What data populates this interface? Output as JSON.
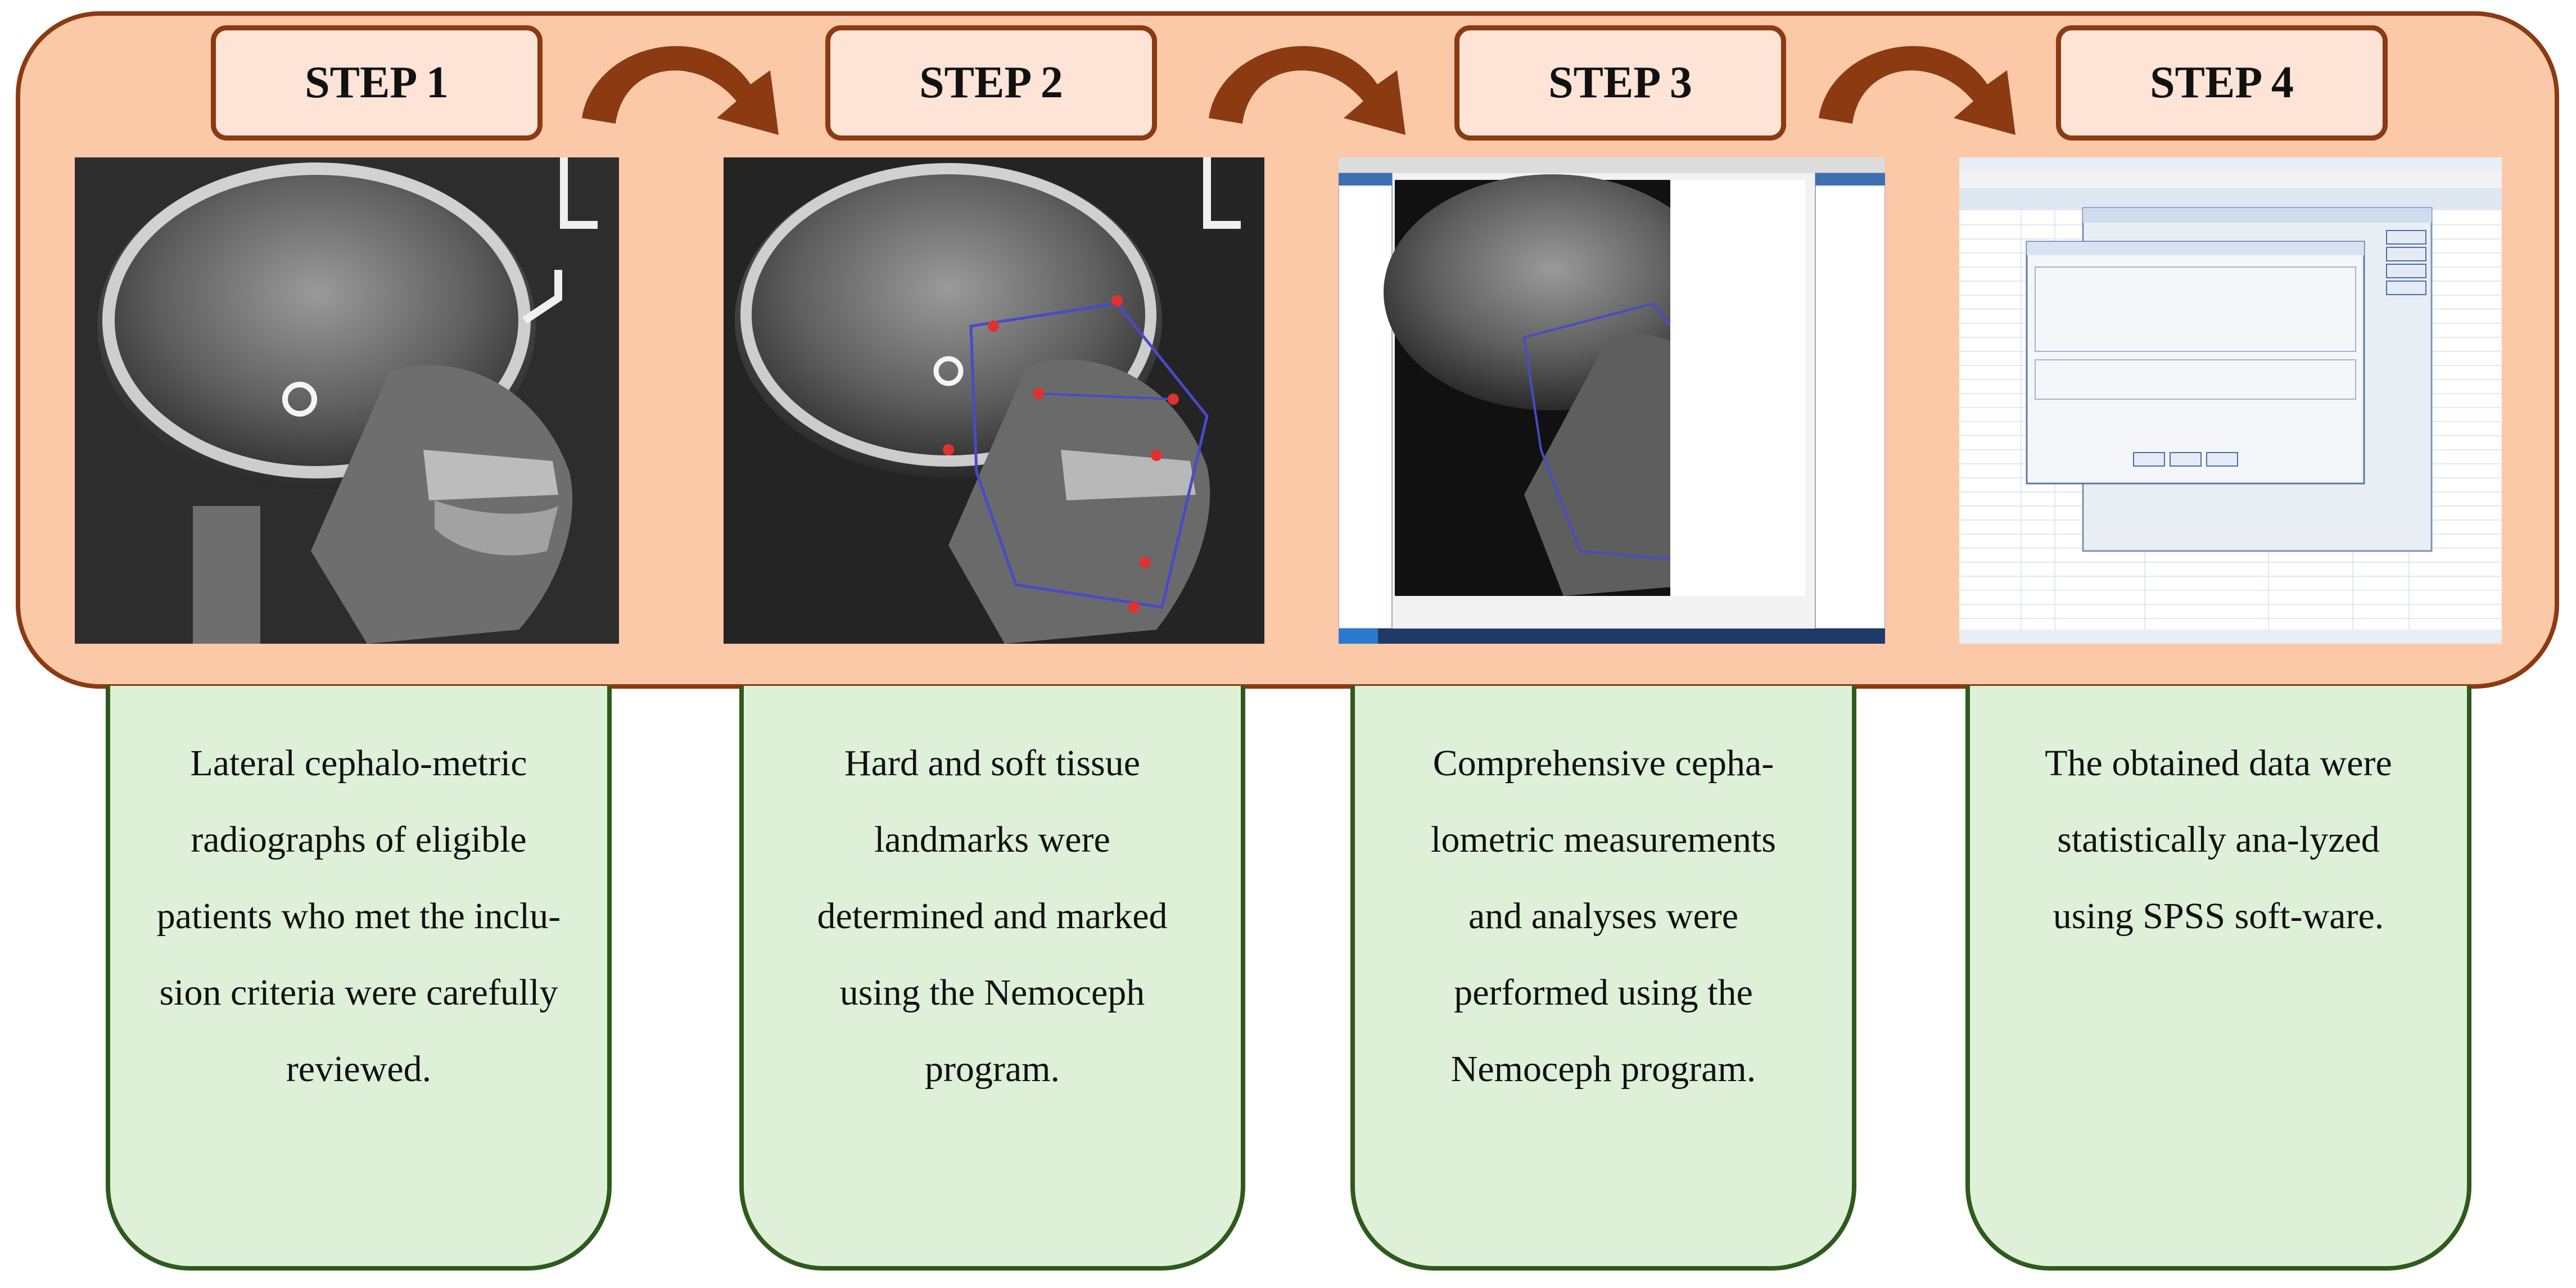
{
  "steps": [
    {
      "label": "STEP 1",
      "image": "cephalometric-radiograph",
      "description": "Lateral cephalo-metric radiographs of eligible patients who met the inclu-sion criteria were carefully reviewed."
    },
    {
      "label": "STEP 2",
      "image": "landmarked-radiograph",
      "description": "Hard and soft tissue landmarks were determined and marked using the Nemoceph program."
    },
    {
      "label": "STEP 3",
      "image": "nemoceph-software-screenshot",
      "description": "Comprehensive cepha-lometric measurements and analyses were performed using the Nemoceph program."
    },
    {
      "label": "STEP 4",
      "image": "spss-software-screenshot",
      "description": "The obtained data were statistically ana-lyzed using SPSS soft-ware."
    }
  ],
  "colors": {
    "band_fill": "#fbc8a8",
    "band_border": "#8b3a12",
    "label_fill": "#fde4d6",
    "arrow": "#8b3a12",
    "desc_fill": "#dff0d8",
    "desc_border": "#2f5a1e"
  },
  "icons": [
    "curved-arrow-icon"
  ]
}
